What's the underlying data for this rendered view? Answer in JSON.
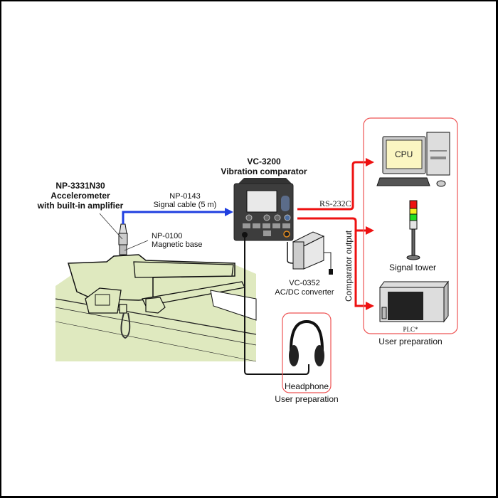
{
  "sensor": {
    "model": "NP-3331N30",
    "line1": "Accelerometer",
    "line2": "with built-in amplifier"
  },
  "cable": {
    "model": "NP-0143",
    "desc": "Signal cable (5 m)"
  },
  "base": {
    "model": "NP-0100",
    "desc": "Magnetic base"
  },
  "comparator": {
    "model": "VC-3200",
    "desc": "Vibration comparator"
  },
  "converter": {
    "model": "VC-0352",
    "desc": "AC/DC converter"
  },
  "links": {
    "rs232": "RS-232C",
    "comparator_output": "Comparator output"
  },
  "outputs": {
    "cpu_label": "CPU",
    "signal_tower": "Signal tower",
    "plc": "PLC*",
    "group_note": "User preparation"
  },
  "headphone": {
    "label": "Headphone",
    "note": "User preparation"
  },
  "colors": {
    "signal_cable": "#1f3fe0",
    "output_lines": "#ee1111",
    "box_border": "#ee6666",
    "machine_fill": "#dfe9bf",
    "cpu_screen": "#fbf6c2"
  }
}
